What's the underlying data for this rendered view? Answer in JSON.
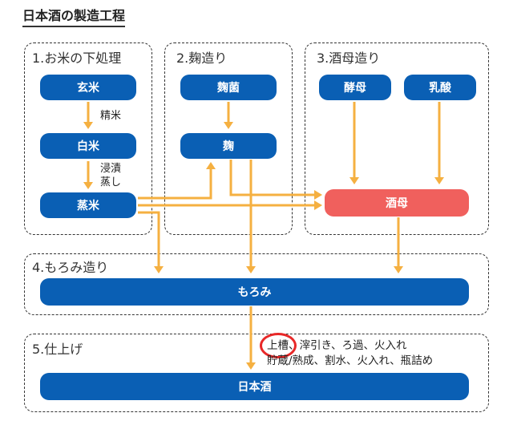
{
  "title": "日本酒の製造工程",
  "groups": {
    "g1": {
      "title": "1.お米の下処理"
    },
    "g2": {
      "title": "2.麹造り"
    },
    "g3": {
      "title": "3.酒母造り"
    },
    "g4": {
      "title": "4.もろみ造り"
    },
    "g5": {
      "title": "5.仕上げ"
    }
  },
  "nodes": {
    "genmai": "玄米",
    "hakumai": "白米",
    "mushimai": "蒸米",
    "kikin": "麹菌",
    "koji": "麹",
    "kobo": "酵母",
    "nyusan": "乳酸",
    "shubo": "酒母",
    "moromi": "もろみ",
    "nihonshu": "日本酒"
  },
  "labels": {
    "seimai": "精米",
    "shinseki": "浸漬",
    "mushi": "蒸し"
  },
  "finishing": {
    "highlighted": "上槽",
    "line1_rest": "、滓引き、ろ過、火入れ",
    "line2": "貯蔵/熟成、割水、火入れ、瓶詰め"
  },
  "colors": {
    "node_blue": "#0a5fb4",
    "node_red": "#f0605d",
    "arrow": "#f5b041",
    "highlight_circle": "#e82828"
  }
}
